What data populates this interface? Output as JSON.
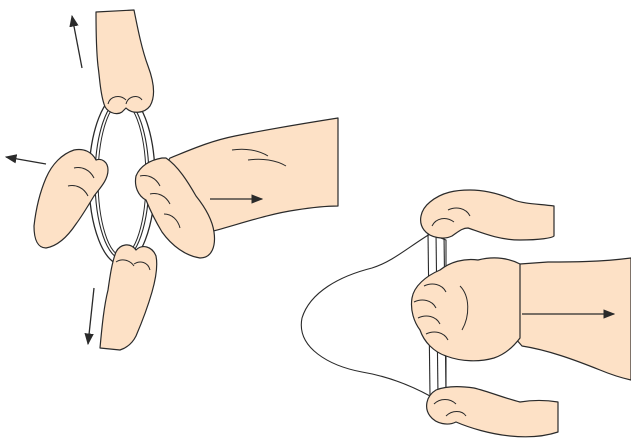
{
  "colors": {
    "background": "#ffffff",
    "skin": "#fde1c6",
    "outline": "#2a2a2a",
    "membrane": "#ffffff",
    "ring_fill": "#ffffff"
  },
  "panels": [
    {
      "id": "left-panel",
      "icons": [
        "hand-top-icon",
        "hand-left-icon",
        "hand-bottom-icon",
        "forearm-right-icon",
        "elastic-ring-icon",
        "membrane-icon"
      ],
      "arrows": [
        "up-left",
        "left",
        "down-left",
        "right"
      ]
    },
    {
      "id": "right-panel",
      "icons": [
        "hand-top-icon",
        "fist-icon",
        "hand-bottom-icon",
        "stretched-membrane-icon"
      ],
      "arrows": [
        "right"
      ]
    }
  ]
}
